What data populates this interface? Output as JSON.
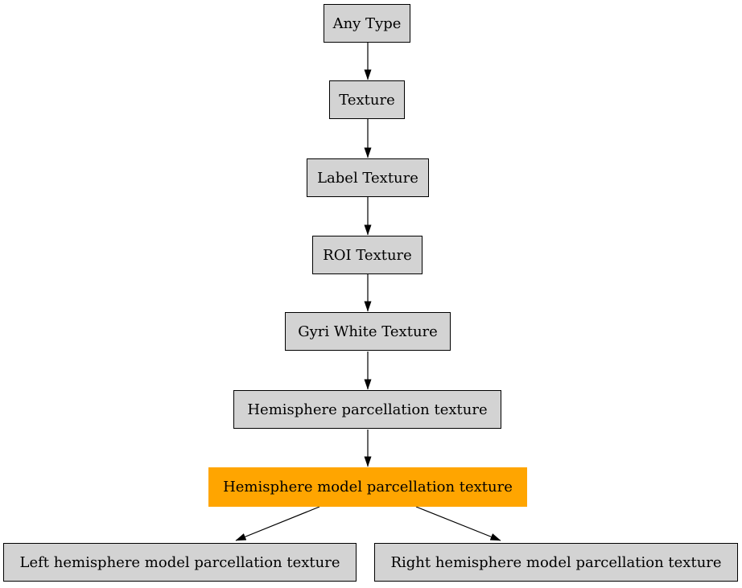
{
  "diagram": {
    "type": "flowchart-hierarchy",
    "colors": {
      "background": "#ffffff",
      "node_fill": "#d3d3d3",
      "node_border": "#000000",
      "highlight_fill": "#ffa500",
      "edge": "#000000",
      "text": "#000000"
    },
    "nodes": [
      {
        "id": "any-type",
        "label": "Any Type",
        "highlighted": false
      },
      {
        "id": "texture",
        "label": "Texture",
        "highlighted": false
      },
      {
        "id": "label-texture",
        "label": "Label Texture",
        "highlighted": false
      },
      {
        "id": "roi-texture",
        "label": "ROI Texture",
        "highlighted": false
      },
      {
        "id": "gyri-white-texture",
        "label": "Gyri White Texture",
        "highlighted": false
      },
      {
        "id": "hemisphere-parcellation-texture",
        "label": "Hemisphere parcellation texture",
        "highlighted": false
      },
      {
        "id": "hemisphere-model-parcellation-texture",
        "label": "Hemisphere model parcellation texture",
        "highlighted": true
      },
      {
        "id": "left-hemisphere-model-parcellation-texture",
        "label": "Left hemisphere model parcellation texture",
        "highlighted": false
      },
      {
        "id": "right-hemisphere-model-parcellation-texture",
        "label": "Right hemisphere model parcellation texture",
        "highlighted": false
      }
    ],
    "edges": [
      {
        "from": "any-type",
        "to": "texture"
      },
      {
        "from": "texture",
        "to": "label-texture"
      },
      {
        "from": "label-texture",
        "to": "roi-texture"
      },
      {
        "from": "roi-texture",
        "to": "gyri-white-texture"
      },
      {
        "from": "gyri-white-texture",
        "to": "hemisphere-parcellation-texture"
      },
      {
        "from": "hemisphere-parcellation-texture",
        "to": "hemisphere-model-parcellation-texture"
      },
      {
        "from": "hemisphere-model-parcellation-texture",
        "to": "left-hemisphere-model-parcellation-texture"
      },
      {
        "from": "hemisphere-model-parcellation-texture",
        "to": "right-hemisphere-model-parcellation-texture"
      }
    ]
  }
}
